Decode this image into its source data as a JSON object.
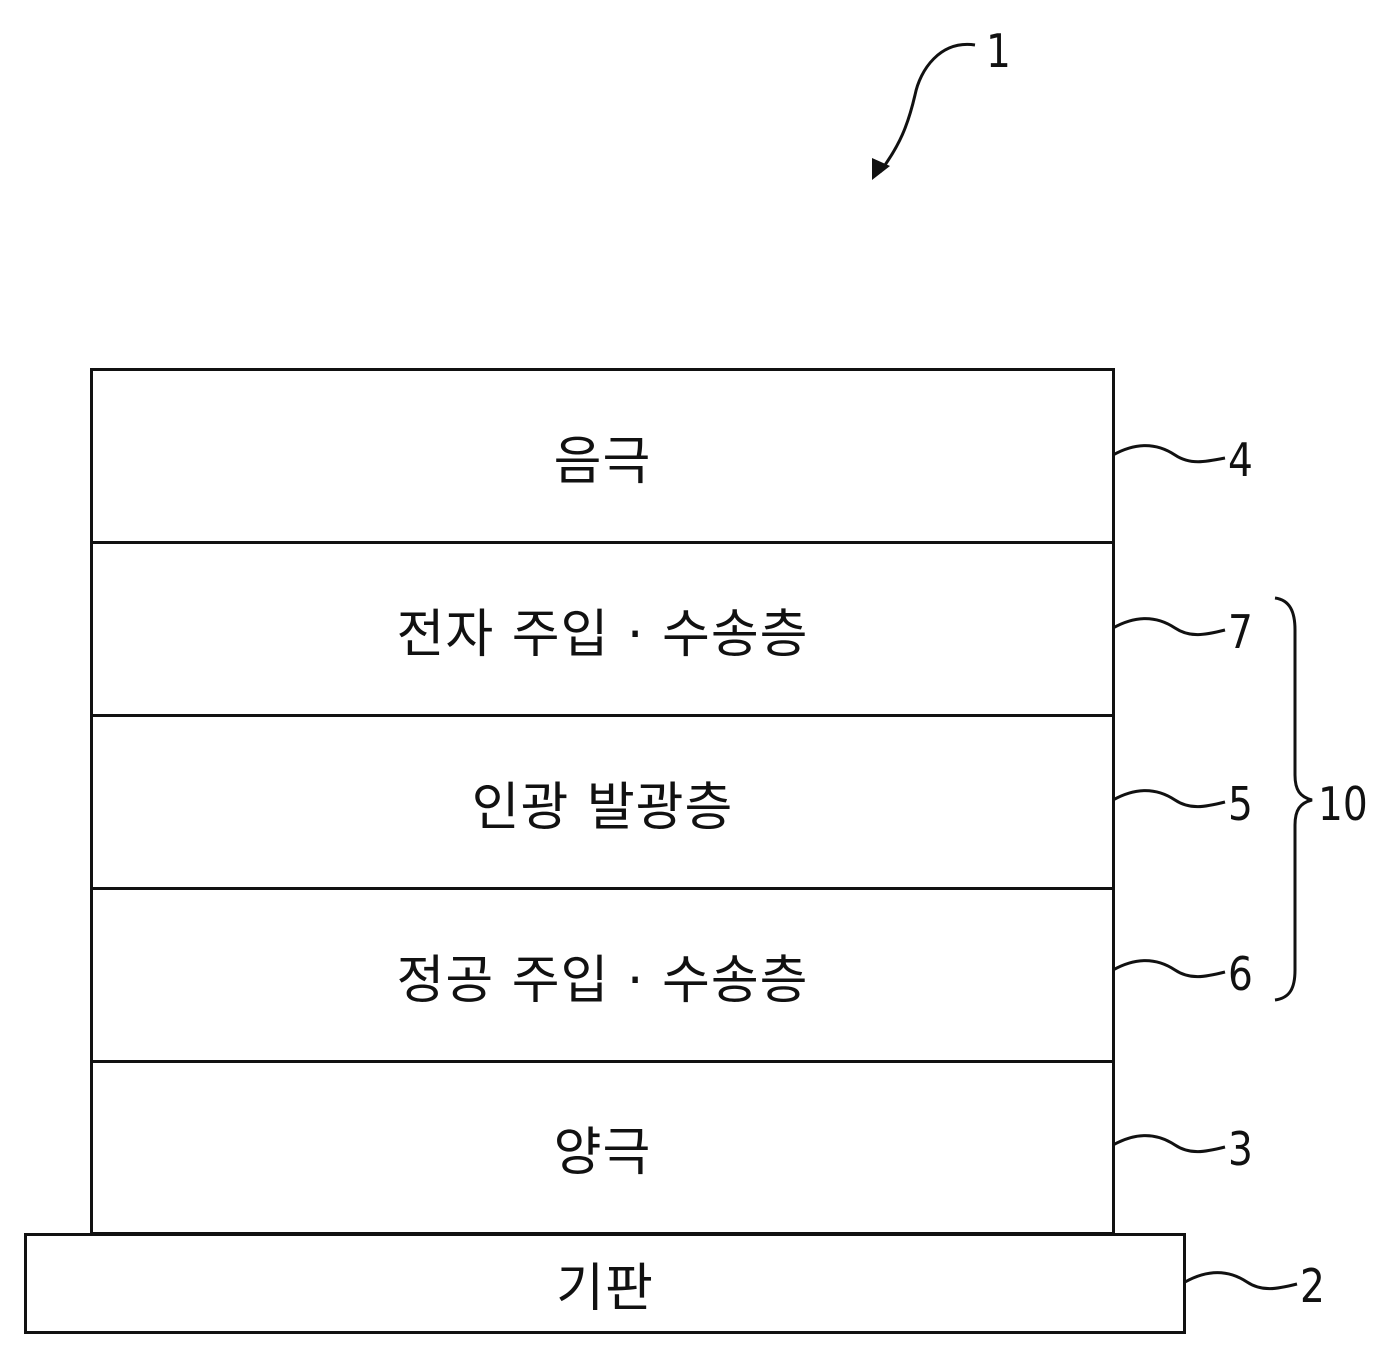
{
  "diagram": {
    "device_ref": "1",
    "group_ref": "10",
    "layers": [
      {
        "id": "cathode",
        "label": "음극",
        "ref": "4"
      },
      {
        "id": "electron-injection-transport-layer",
        "label": "전자 주입 · 수송층",
        "ref": "7"
      },
      {
        "id": "phosphorescent-emitting-layer",
        "label": "인광 발광층",
        "ref": "5"
      },
      {
        "id": "hole-injection-transport-layer",
        "label": "정공 주입 · 수송층",
        "ref": "6"
      },
      {
        "id": "anode",
        "label": "양극",
        "ref": "3"
      },
      {
        "id": "substrate",
        "label": "기판",
        "ref": "2"
      }
    ]
  },
  "colors": {
    "line": "#111111",
    "background": "#ffffff"
  }
}
